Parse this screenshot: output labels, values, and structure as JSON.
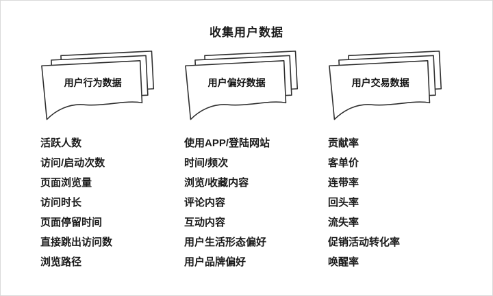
{
  "page": {
    "title": "收集用户数据"
  },
  "columns": [
    {
      "header": "用户行为数据",
      "items": [
        "活跃人数",
        "访问/启动次数",
        "页面浏览量",
        "访问时长",
        "页面停留时间",
        "直接跳出访问数",
        "浏览路径"
      ]
    },
    {
      "header": "用户偏好数据",
      "items": [
        "使用APP/登陆网站",
        "时间/频次",
        "浏览/收藏内容",
        "评论内容",
        "互动内容",
        "用户生活形态偏好",
        "用户品牌偏好"
      ]
    },
    {
      "header": "用户交易数据",
      "items": [
        "贡献率",
        "客单价",
        "连带率",
        "回头率",
        "流失率",
        "促销活动转化率",
        "唤醒率"
      ]
    }
  ]
}
